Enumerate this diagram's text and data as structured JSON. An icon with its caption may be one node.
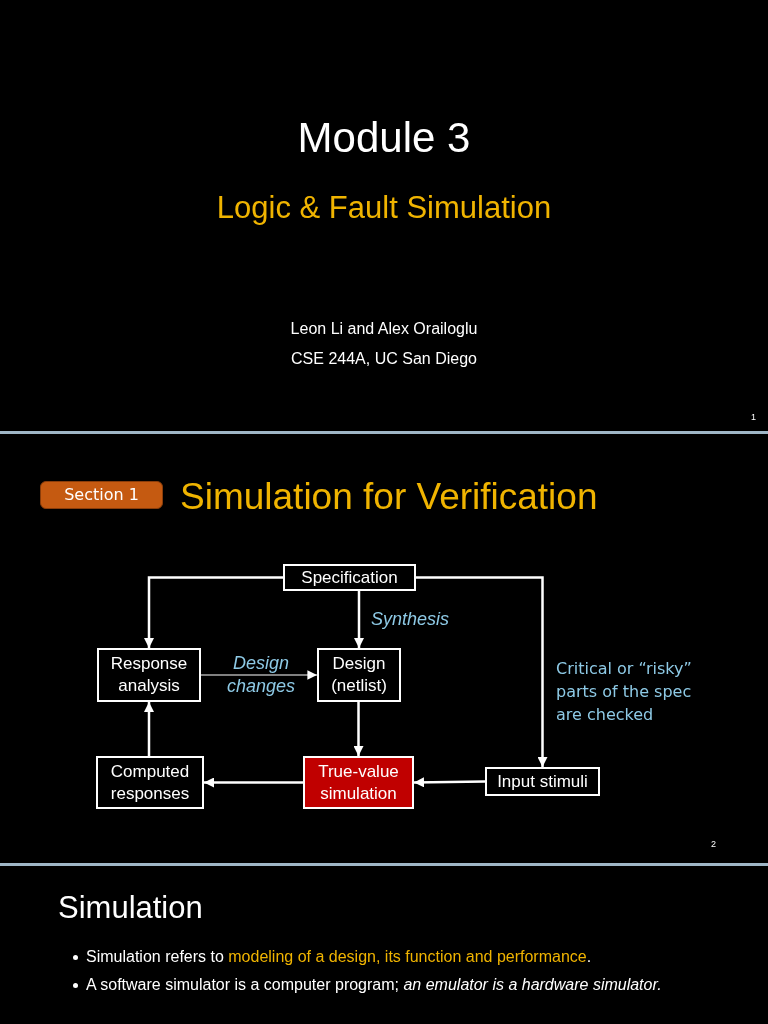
{
  "diagram": {
    "title": "Simulation for Verification",
    "nodes": [
      {
        "text": [
          "Specification"
        ]
      },
      {
        "text": [
          "Response analysis"
        ]
      },
      {
        "text": [
          "Design (netlist)"
        ]
      },
      {
        "text": [
          "Computed responses"
        ]
      },
      {
        "text": [
          "True-value simulation"
        ]
      },
      {
        "text": [
          "Input stimuli"
        ]
      },
      {
        "text": [
          "Section 1"
        ]
      }
    ],
    "edges": [
      {
        "from": 0,
        "to": 1,
        "arrow": "to"
      },
      {
        "from": 0,
        "to": 2,
        "arrow": "to",
        "label": "Synthesis"
      },
      {
        "from": 0,
        "to": 5,
        "arrow": "to",
        "label": "Critical or “risky” parts of the spec are checked"
      },
      {
        "from": 1,
        "to": 2,
        "arrow": "to",
        "label": "Design changes"
      },
      {
        "from": 2,
        "to": 4,
        "arrow": "to"
      },
      {
        "from": 5,
        "to": 4,
        "arrow": "to"
      },
      {
        "from": 4,
        "to": 3,
        "arrow": "to"
      },
      {
        "from": 3,
        "to": 1,
        "arrow": "to"
      }
    ],
    "labels": [
      "Module 3",
      "Logic & Fault Simulation",
      "Leon Li and Alex Orailoglu",
      "CSE 244A, UC San Diego",
      "1",
      "2",
      "Simulation",
      "Simulation refers to **modeling of a design, its function and performance**.",
      "A software simulator is a computer program; *an emulator is a hardware simulator.*"
    ]
  }
}
